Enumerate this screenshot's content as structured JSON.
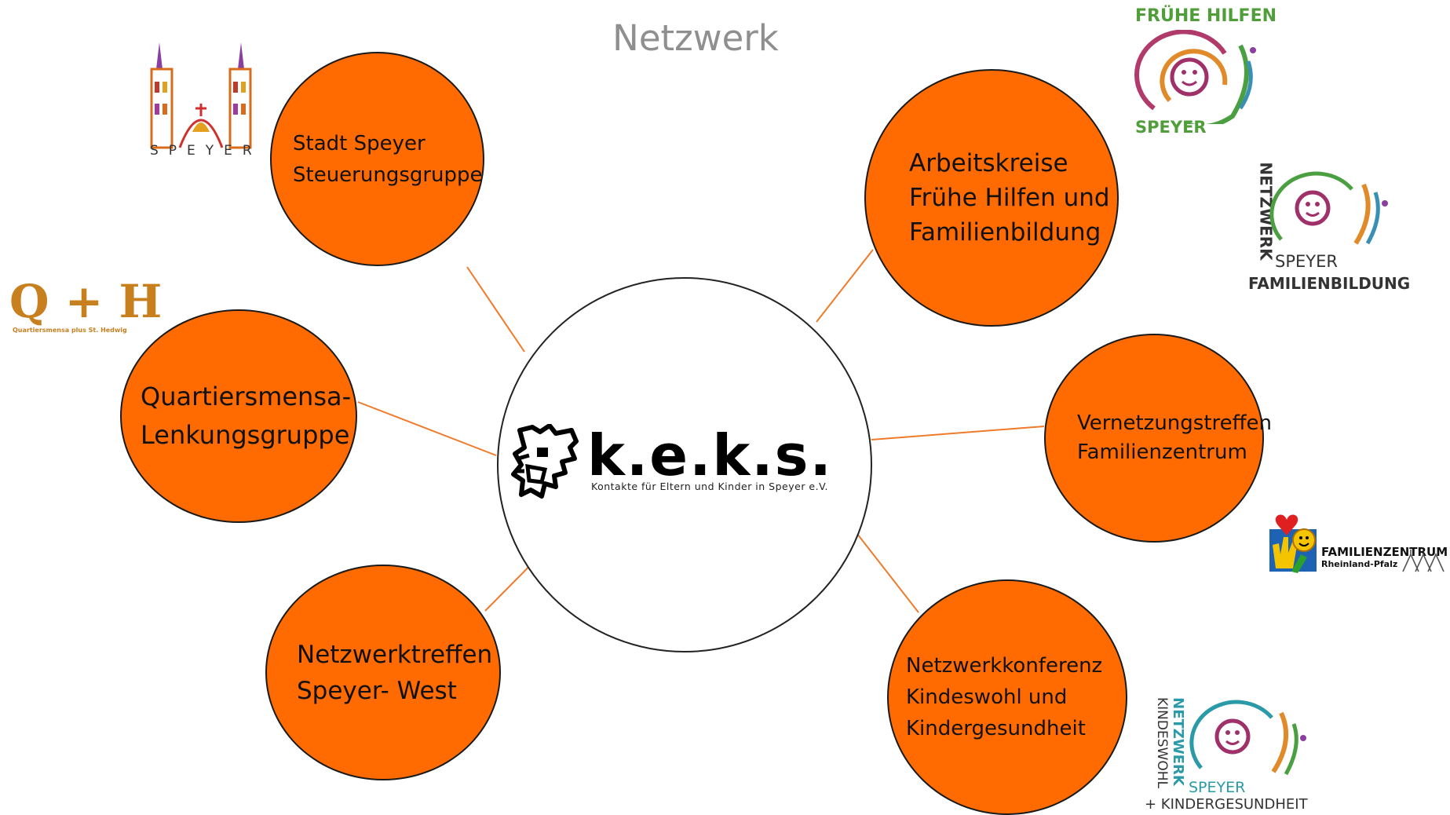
{
  "title": "Netzwerk",
  "center": {
    "logo_word": "k.e.k.s.",
    "logo_subtitle": "Kontakte für Eltern und Kinder in Speyer e.V."
  },
  "nodes": {
    "stadt": "Stadt Speyer\nSteuerungsgruppe",
    "arbeitskreise": "Arbeitskreise\nFrühe Hilfen und\nFamilienbildung",
    "quartiersmensa": "Quartiersmensa-\nLenkungsgruppe",
    "vernetzung": "Vernetzungstreffen\nFamilienzentrum",
    "netzwerktreffen": "Netzwerktreffen\nSpeyer- West",
    "netzwerkkonferenz": "Netzwerkkonferenz\nKindeswohl und\nKindergesundheit"
  },
  "logos": {
    "speyer": "SPEYER",
    "qh_mark": "Q + H",
    "qh_sub": "Quartiersmensa plus St. Hedwig",
    "fruehe_hilfen_top": "FRÜHE HILFEN",
    "fruehe_hilfen_bottom": "SPEYER",
    "fb_vertical": "NETZWERK",
    "fb_speyer": "SPEYER",
    "fb_bottom": "FAMILIENBILDUNG",
    "fz_line1": "FAMILIENZENTRUM",
    "fz_line2": "Rheinland-Pfalz",
    "kg_vertical1": "NETZWERK",
    "kg_vertical2": "KINDESWOHL",
    "kg_speyer": "SPEYER",
    "kg_bottom": "+ KINDERGESUNDHEIT"
  },
  "colors": {
    "node_fill": "#ff6b00",
    "connector": "#f07a2a",
    "title": "#8f8f8f"
  }
}
